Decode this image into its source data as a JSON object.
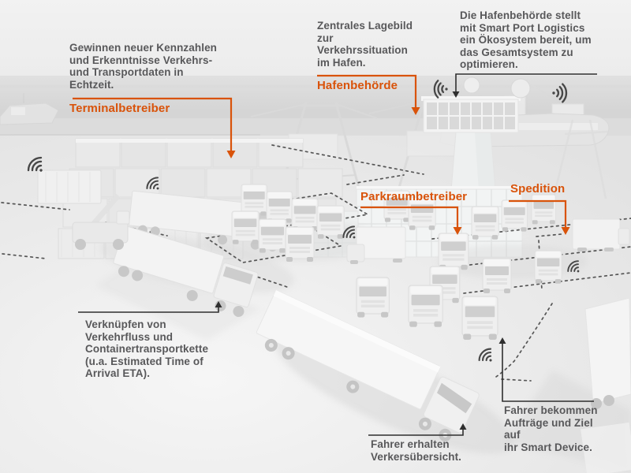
{
  "colors": {
    "accent_orange": "#D9530A",
    "text_gray": "#58585A",
    "connector_dark": "#2F2F2F",
    "dashed_line": "#3D3D3D",
    "background": "#E9E9E9"
  },
  "icons": {
    "signal": "radio-waves-icon"
  },
  "callouts": {
    "terminalbetreiber": {
      "label": "Terminalbetreiber",
      "text": "Gewinnen neuer Kennzahlen\nund Erkenntnisse Verkehrs-\nund Transportdaten in\nEchtzeit."
    },
    "hafenbehoerde": {
      "label": "Hafenbehörde",
      "text": "Zentrales Lagebild\nzur\nVerkehrssituation\nim Hafen."
    },
    "oekosystem": {
      "text": "Die Hafenbehörde stellt\nmit Smart Port Logistics\nein Ökosystem bereit, um\ndas Gesamtsystem zu\noptimieren."
    },
    "parkraumbetreiber": {
      "label": "Parkraumbetreiber"
    },
    "spedition": {
      "label": "Spedition"
    },
    "verknuepfen": {
      "text": "Verknüpfen von\nVerkehrfluss und\nContainertransportkette\n(u.a. Estimated Time of\nArrival ETA)."
    },
    "fahrer_uebersicht": {
      "text": "Fahrer erhalten\nVerkersübersicht."
    },
    "fahrer_auftraege": {
      "text": "Fahrer bekommen\nAufträge und Ziel\nauf\nihr Smart Device."
    }
  }
}
